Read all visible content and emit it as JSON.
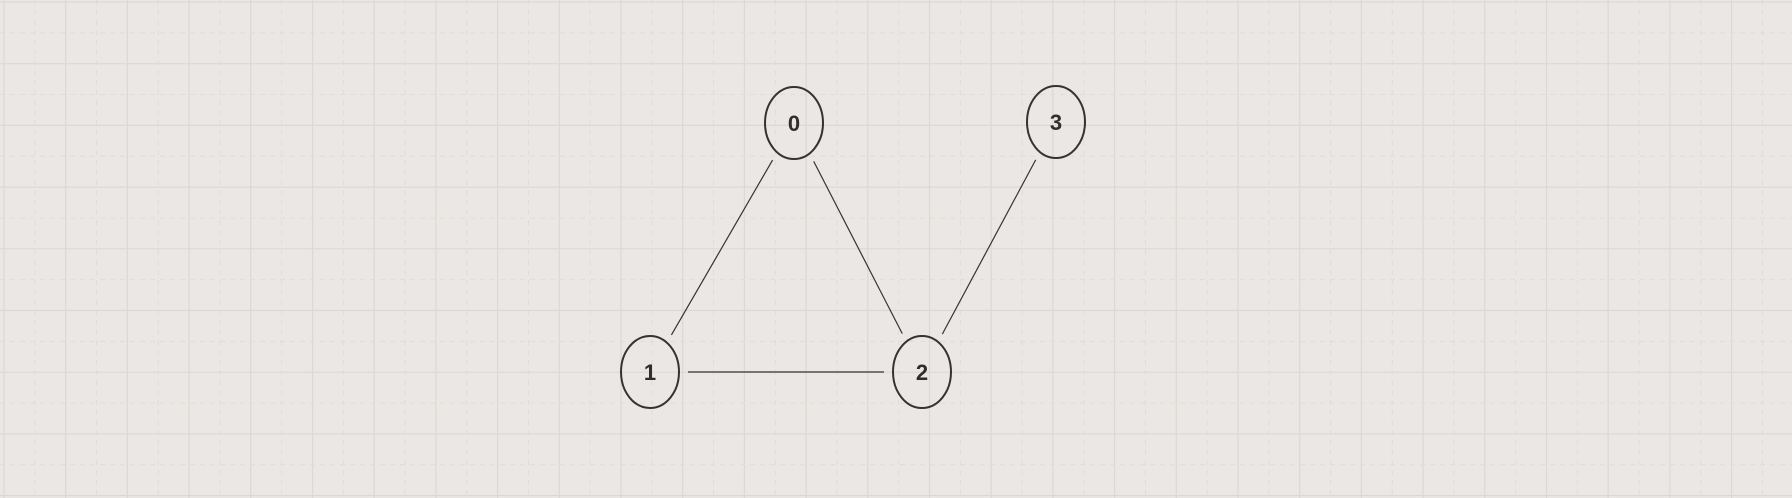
{
  "graph": {
    "nodes": [
      {
        "id": "0",
        "label": "0"
      },
      {
        "id": "1",
        "label": "1"
      },
      {
        "id": "2",
        "label": "2"
      },
      {
        "id": "3",
        "label": "3"
      }
    ],
    "edges": [
      {
        "from": "0",
        "to": "1"
      },
      {
        "from": "0",
        "to": "2"
      },
      {
        "from": "1",
        "to": "2"
      },
      {
        "from": "3",
        "to": "2"
      }
    ]
  },
  "colors": {
    "background": "#ebe7e4",
    "grid": "#dcd8d5",
    "stroke": "#333333"
  }
}
